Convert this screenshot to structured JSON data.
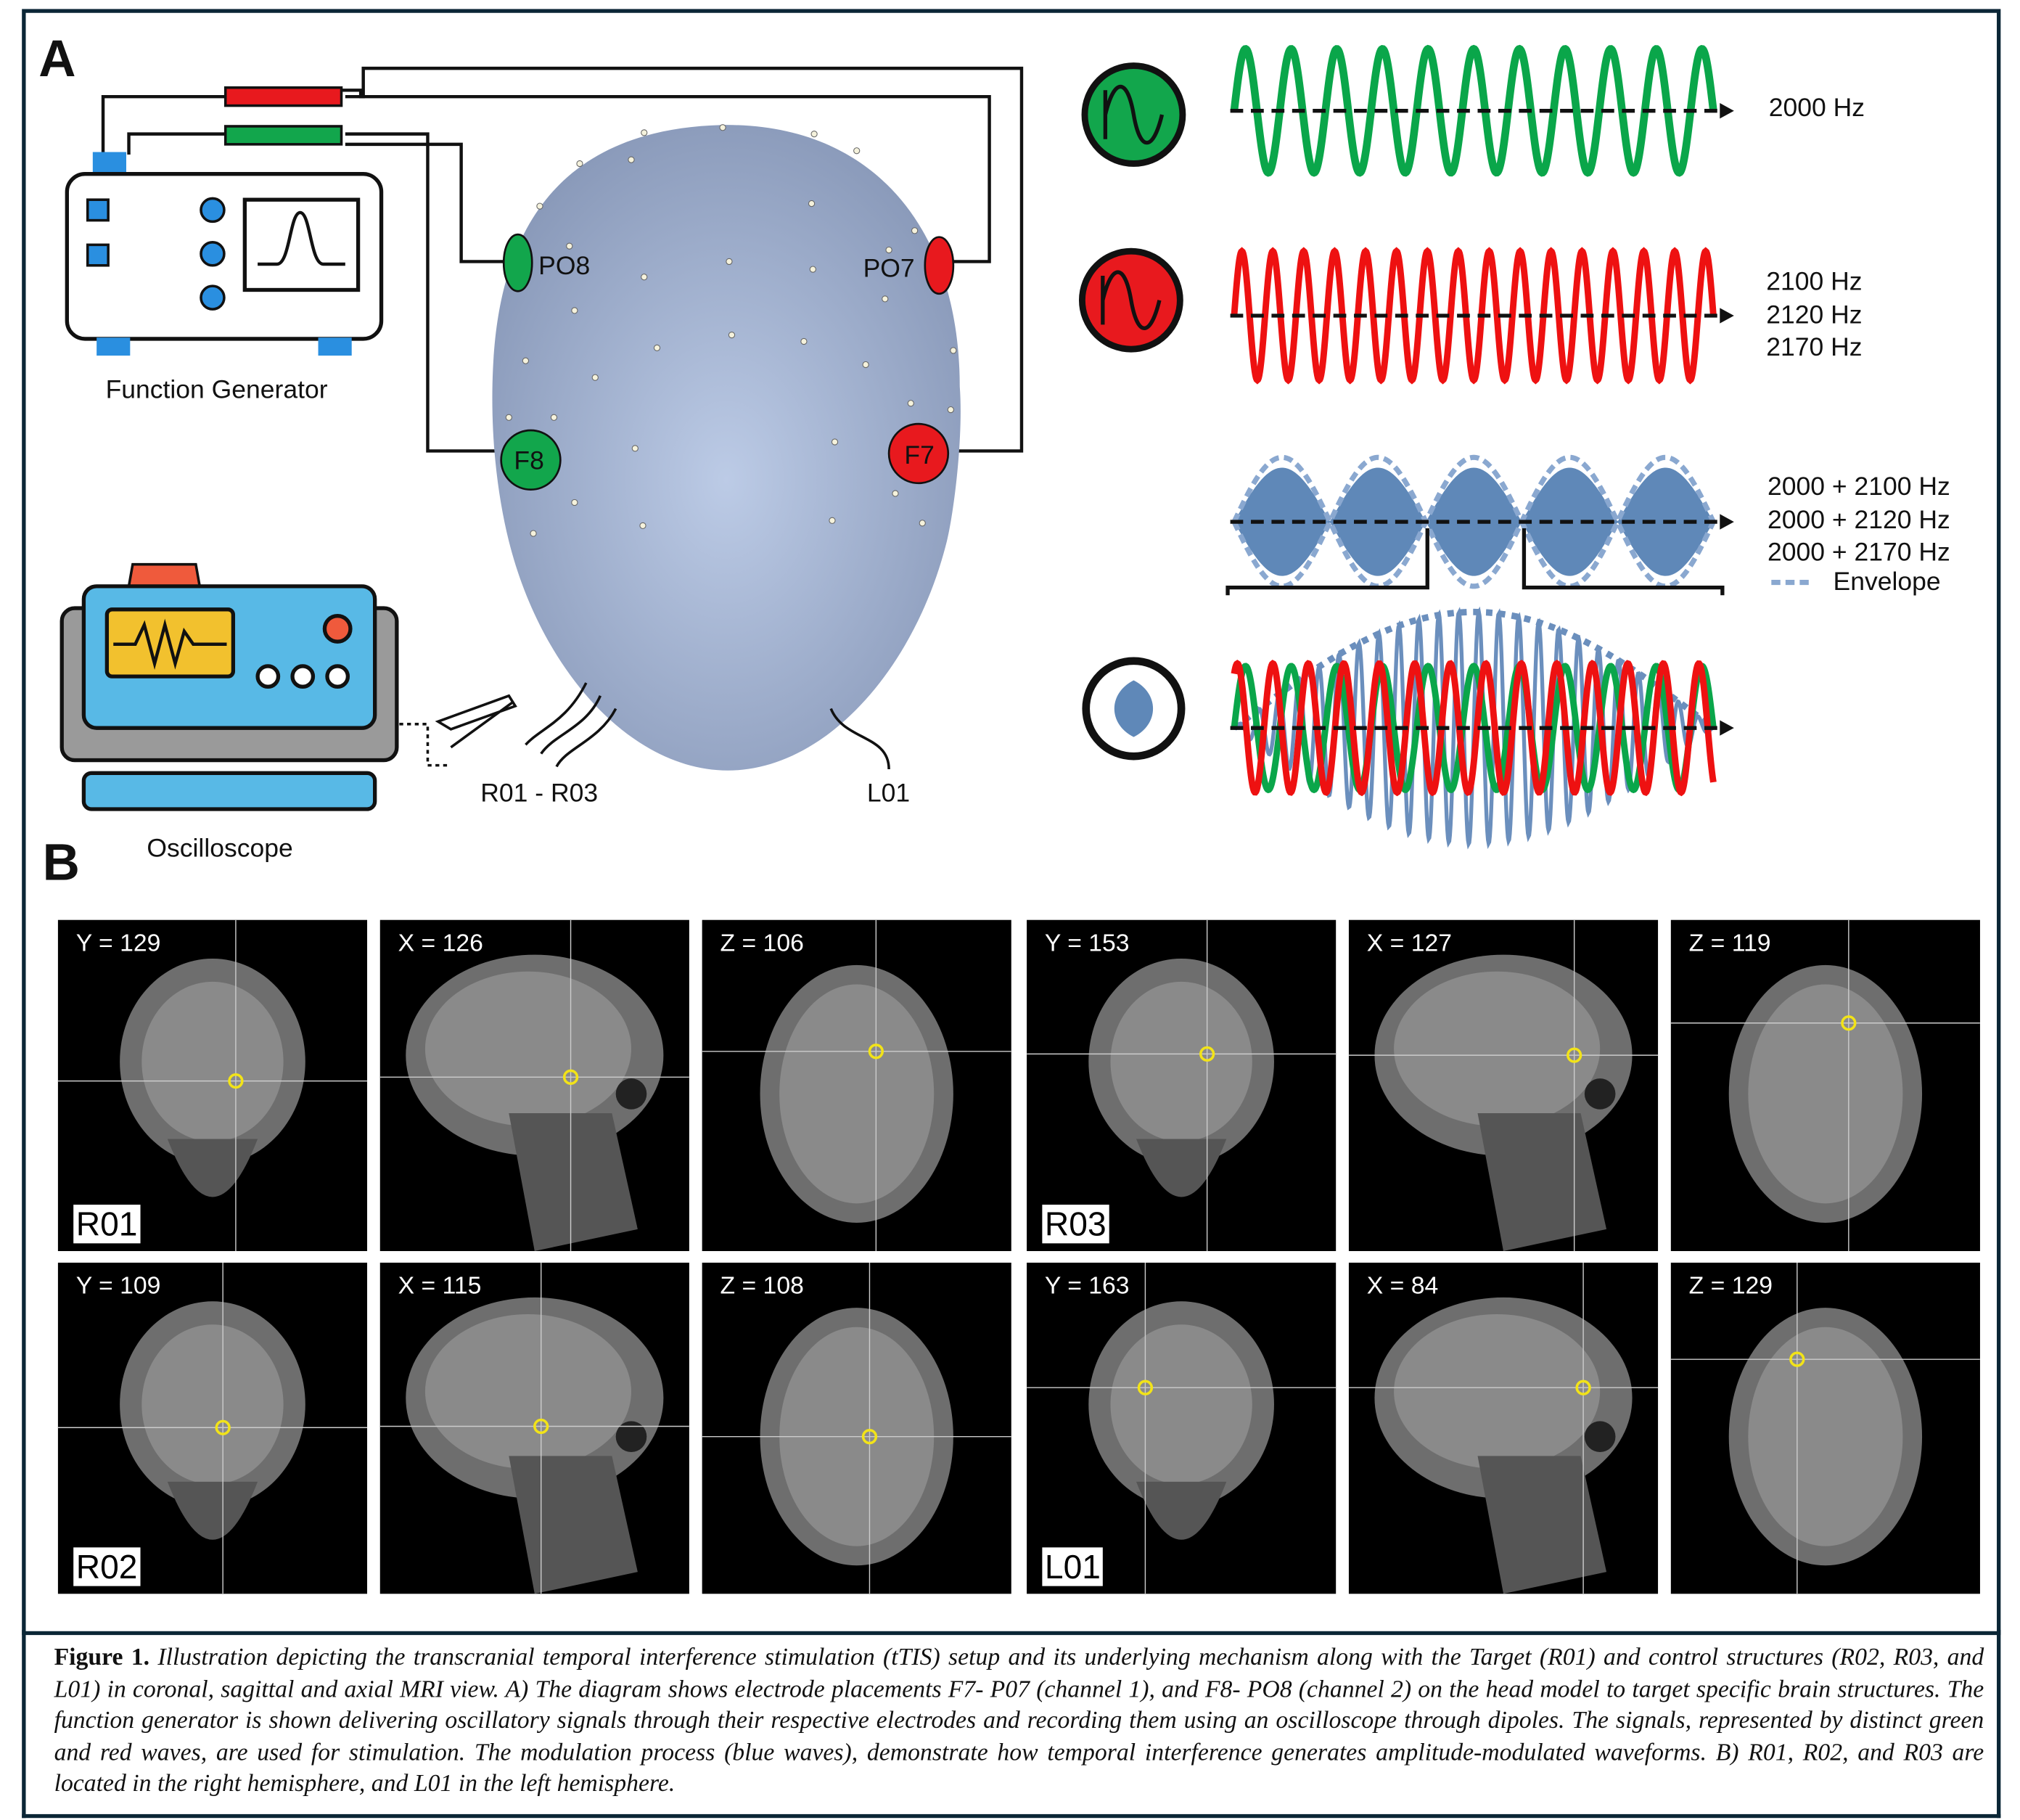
{
  "panel_labels": {
    "a": "A",
    "b": "B"
  },
  "devices": {
    "function_generator": "Function Generator",
    "oscilloscope": "Oscilloscope"
  },
  "electrodes": {
    "po8": "PO8",
    "po7": "PO7",
    "f8": "F8",
    "f7": "F7"
  },
  "recording": {
    "right": "R01 - R03",
    "left": "L01"
  },
  "signals": [
    {
      "label_lines": [
        "2000 Hz"
      ],
      "color": "#0aa64a"
    },
    {
      "label_lines": [
        "2100 Hz",
        "2120 Hz",
        "2170 Hz"
      ],
      "color": "#ee1111"
    },
    {
      "label_lines": [
        "2000 + 2100 Hz",
        "2000 + 2120 Hz",
        "2000 + 2170 Hz"
      ],
      "legend": "Envelope",
      "color": "#6b8fbd"
    }
  ],
  "mri": [
    {
      "coord": "Y = 129",
      "tag": "R01",
      "view": "coronal"
    },
    {
      "coord": "X = 126",
      "tag": "",
      "view": "sagittal"
    },
    {
      "coord": "Z = 106",
      "tag": "",
      "view": "axial"
    },
    {
      "coord": "Y = 153",
      "tag": "R03",
      "view": "coronal"
    },
    {
      "coord": "X = 127",
      "tag": "",
      "view": "sagittal"
    },
    {
      "coord": "Z = 119",
      "tag": "",
      "view": "axial"
    },
    {
      "coord": "Y = 109",
      "tag": "R02",
      "view": "coronal"
    },
    {
      "coord": "X = 115",
      "tag": "",
      "view": "sagittal"
    },
    {
      "coord": "Z = 108",
      "tag": "",
      "view": "axial"
    },
    {
      "coord": "Y = 163",
      "tag": "L01",
      "view": "coronal"
    },
    {
      "coord": "X = 84",
      "tag": "",
      "view": "sagittal"
    },
    {
      "coord": "Z = 129",
      "tag": "",
      "view": "axial"
    }
  ],
  "caption": {
    "label": "Figure 1.",
    "text": " Illustration depicting the transcranial temporal interference stimulation (tTIS) setup and its underlying mechanism along with the Target (R01) and control structures (R02, R03, and L01) in coronal, sagittal and axial MRI view. A) The diagram shows electrode placements F7- P07 (channel 1), and F8- PO8 (channel 2) on the head model to target specific brain structures. The function generator is shown delivering oscillatory signals through their respective electrodes and recording them using an oscilloscope through dipoles. The signals, represented by distinct green and red waves, are used for stimulation. The modulation process (blue waves), demonstrate how temporal interference generates amplitude-modulated waveforms. B) R01, R02, and R03 are located in the right hemisphere, and L01 in the left hemisphere."
  }
}
